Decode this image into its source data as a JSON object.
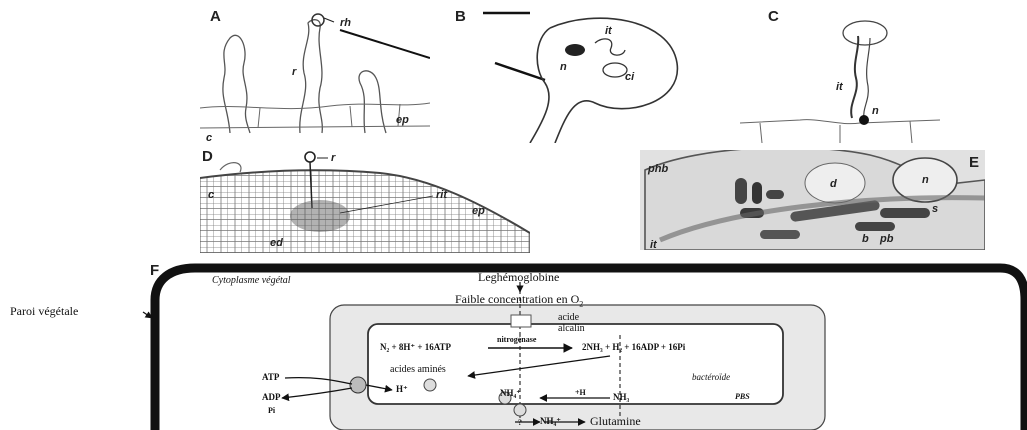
{
  "panels": {
    "A": {
      "label": "A",
      "tags": {
        "rh": "rh",
        "r": "r",
        "c": "c",
        "ep": "ep"
      }
    },
    "B": {
      "label": "B",
      "tags": {
        "it": "it",
        "n": "n",
        "ci": "ci"
      }
    },
    "C": {
      "label": "C",
      "tags": {
        "it": "it",
        "n": "n"
      }
    },
    "D": {
      "label": "D",
      "tags": {
        "r": "r",
        "c": "c",
        "rit": "rit",
        "ep": "ep",
        "ed": "ed"
      }
    },
    "E": {
      "label": "E",
      "tags": {
        "phb": "phb",
        "d": "d",
        "n": "n",
        "s": "s",
        "b": "b",
        "pb": "pb",
        "it": "it"
      }
    },
    "F": {
      "label": "F"
    }
  },
  "diagram_f": {
    "cytoplasm_label": "Cytoplasme végétal",
    "plant_wall_label": "Paroi végétale",
    "leghemoglobin": "Leghémoglobine",
    "low_o2": "Faible concentration en O",
    "o2_sub": "2",
    "acid": "acide",
    "alkaline": "alcalin",
    "nitrogenase": "nitrogénase",
    "reaction_left": "N₂ + 8H⁺ + 16ATP",
    "reaction_right": "2NH₃ + H₂ + 16ADP + 16Pi",
    "amino_acids": "acides aminés",
    "bacteroid": "bactéroïde",
    "atp": "ATP",
    "adp": "ADP",
    "pi": "Pi",
    "h_plus": "H⁺",
    "nh4_plus": "NH₄⁺",
    "plus_h": "+H",
    "nh3": "NH₃",
    "pbs": "PBS",
    "nh4_bottom": "NH₄⁺",
    "question": "?",
    "glutamine": "Glutamine"
  }
}
